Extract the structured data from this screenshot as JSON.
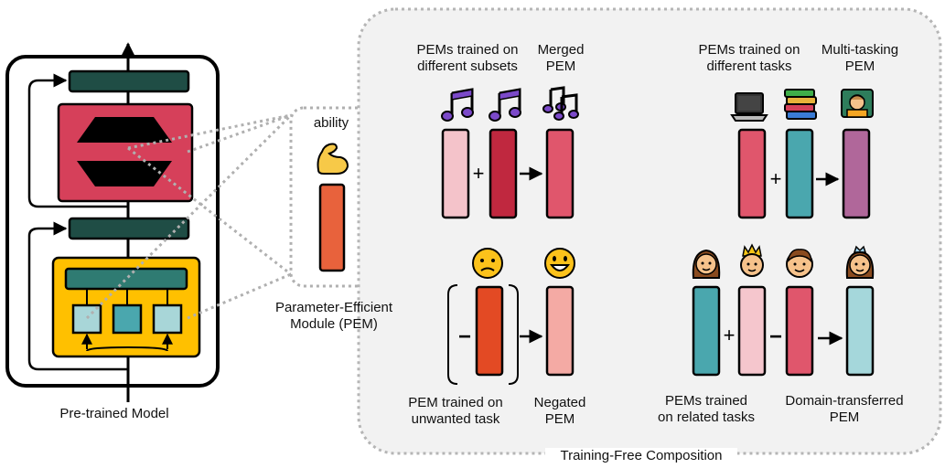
{
  "pretrained": {
    "label": "Pre-trained Model"
  },
  "pem_module": {
    "ability_label": "ability",
    "line1": "Parameter-Efficient",
    "line2": "Module (PEM)",
    "icons": [
      "flexed-biceps-icon"
    ]
  },
  "composition": {
    "title": "Training-Free Composition",
    "merge": {
      "source_label": [
        "PEMs trained on",
        "different subsets"
      ],
      "result_label": [
        "Merged",
        "PEM"
      ],
      "icons": [
        "musical-note-icon",
        "musical-note-icon",
        "musical-notes-icon"
      ],
      "operators": [
        "+",
        "→"
      ]
    },
    "multitask": {
      "source_label": [
        "PEMs trained on",
        "different tasks"
      ],
      "result_label": [
        "Multi-tasking",
        "PEM"
      ],
      "icons": [
        "laptop-icon",
        "books-icon",
        "technologist-icon"
      ],
      "operators": [
        "+",
        "→"
      ]
    },
    "negation": {
      "source_label": [
        "PEM trained on",
        "unwanted task"
      ],
      "result_label": [
        "Negated",
        "PEM"
      ],
      "icons": [
        "confused-face-icon",
        "grinning-face-icon"
      ],
      "operators": [
        "−",
        "→"
      ]
    },
    "transfer": {
      "source_label": [
        "PEMs trained",
        "on related tasks"
      ],
      "result_label": [
        "Domain-transferred",
        "PEM"
      ],
      "icons": [
        "woman-icon",
        "prince-icon",
        "man-icon",
        "princess-icon"
      ],
      "operators": [
        "+",
        "−",
        "→"
      ]
    }
  },
  "colors": {
    "outline": "#000000",
    "dark_teal": "#1f4d45",
    "attention_red": "#d6405a",
    "adapter_yellow": "#ffc000",
    "mid_teal": "#2f7b72",
    "light_teal": "#a8d6d8",
    "pem_orange": "#e8623c",
    "light_pink": "#f4c3ca",
    "crimson": "#c0283f",
    "rose": "#e0566c",
    "teal": "#4aa7ae",
    "mauve": "#b0679a",
    "red_orange": "#e34a24",
    "salmon": "#f4aaa4",
    "pale_pink": "#f5c6cd",
    "pale_teal": "#a5d7db",
    "dotted_gray": "#b0b0b0"
  }
}
